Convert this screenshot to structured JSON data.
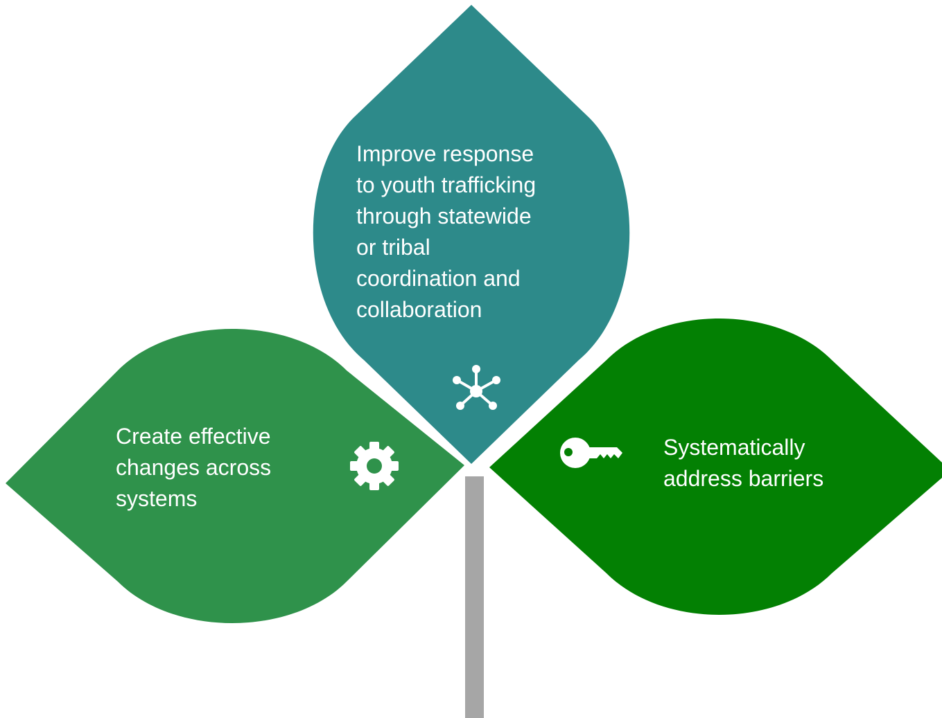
{
  "colors": {
    "top_leaf": "#2D8A8A",
    "left_leaf": "#2F924B",
    "right_leaf": "#038003",
    "stem": "#A6A6A6",
    "text": "#FFFFFF"
  },
  "leaves": {
    "top": {
      "lines": [
        "Improve response",
        "to youth trafficking",
        "through statewide",
        "or tribal",
        "coordination and",
        "collaboration"
      ],
      "icon": "network-hub-icon"
    },
    "left": {
      "lines": [
        "Create effective",
        "changes across",
        "systems"
      ],
      "icon": "gear-icon"
    },
    "right": {
      "lines": [
        "Systematically",
        "address barriers"
      ],
      "icon": "key-icon"
    }
  }
}
